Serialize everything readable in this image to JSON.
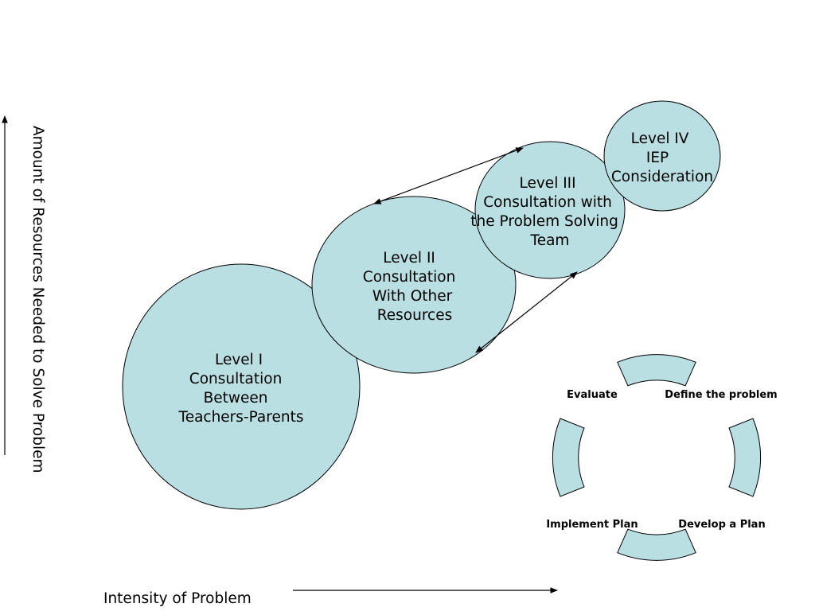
{
  "colors": {
    "bubble_fill": "#b9dfe3",
    "line": "#000000"
  },
  "axes": {
    "y_label": "Amount of Resources Needed to Solve Problem",
    "x_label": "Intensity of Problem"
  },
  "levels": [
    {
      "lines": [
        "Level I",
        "Consultation",
        "Between",
        "Teachers-Parents"
      ]
    },
    {
      "lines": [
        "Level II",
        "Consultation",
        "With Other",
        "Resources"
      ]
    },
    {
      "lines": [
        "Level III",
        "Consultation with",
        "the Problem Solving",
        "Team"
      ]
    },
    {
      "lines": [
        "Level IV",
        "IEP",
        "Consideration"
      ]
    }
  ],
  "cycle": {
    "steps": [
      "Define the problem",
      "Develop a Plan",
      "Implement Plan",
      "Evaluate"
    ]
  }
}
